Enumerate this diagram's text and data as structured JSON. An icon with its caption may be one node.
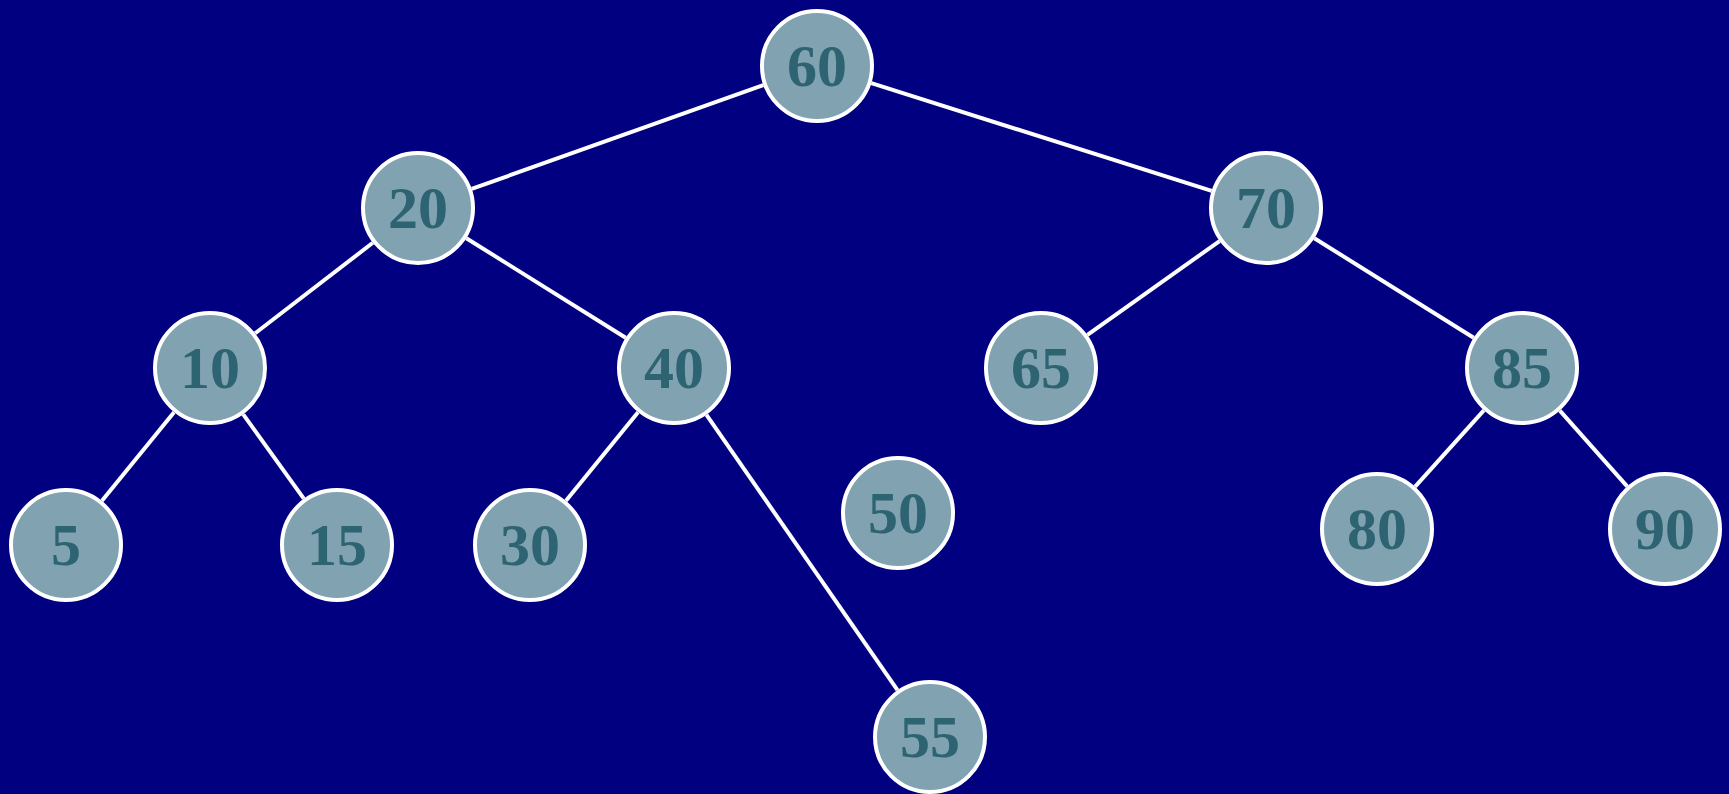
{
  "diagram": {
    "nodes": [
      {
        "text": [
          "60"
        ]
      },
      {
        "text": [
          "20"
        ]
      },
      {
        "text": [
          "70"
        ]
      },
      {
        "text": [
          "10"
        ]
      },
      {
        "text": [
          "40"
        ]
      },
      {
        "text": [
          "65"
        ]
      },
      {
        "text": [
          "85"
        ]
      },
      {
        "text": [
          "5"
        ]
      },
      {
        "text": [
          "15"
        ]
      },
      {
        "text": [
          "30"
        ]
      },
      {
        "text": [
          "50"
        ]
      },
      {
        "text": [
          "80"
        ]
      },
      {
        "text": [
          "90"
        ]
      },
      {
        "text": [
          "55"
        ]
      }
    ],
    "edges": [
      {
        "from": 0,
        "to": 1,
        "arrow": "none"
      },
      {
        "from": 0,
        "to": 2,
        "arrow": "none"
      },
      {
        "from": 1,
        "to": 3,
        "arrow": "none"
      },
      {
        "from": 1,
        "to": 4,
        "arrow": "none"
      },
      {
        "from": 3,
        "to": 7,
        "arrow": "none"
      },
      {
        "from": 3,
        "to": 8,
        "arrow": "none"
      },
      {
        "from": 4,
        "to": 9,
        "arrow": "none"
      },
      {
        "from": 4,
        "to": 13,
        "arrow": "none"
      },
      {
        "from": 2,
        "to": 5,
        "arrow": "none"
      },
      {
        "from": 2,
        "to": 6,
        "arrow": "none"
      },
      {
        "from": 6,
        "to": 11,
        "arrow": "none"
      },
      {
        "from": 6,
        "to": 12,
        "arrow": "none"
      }
    ]
  }
}
